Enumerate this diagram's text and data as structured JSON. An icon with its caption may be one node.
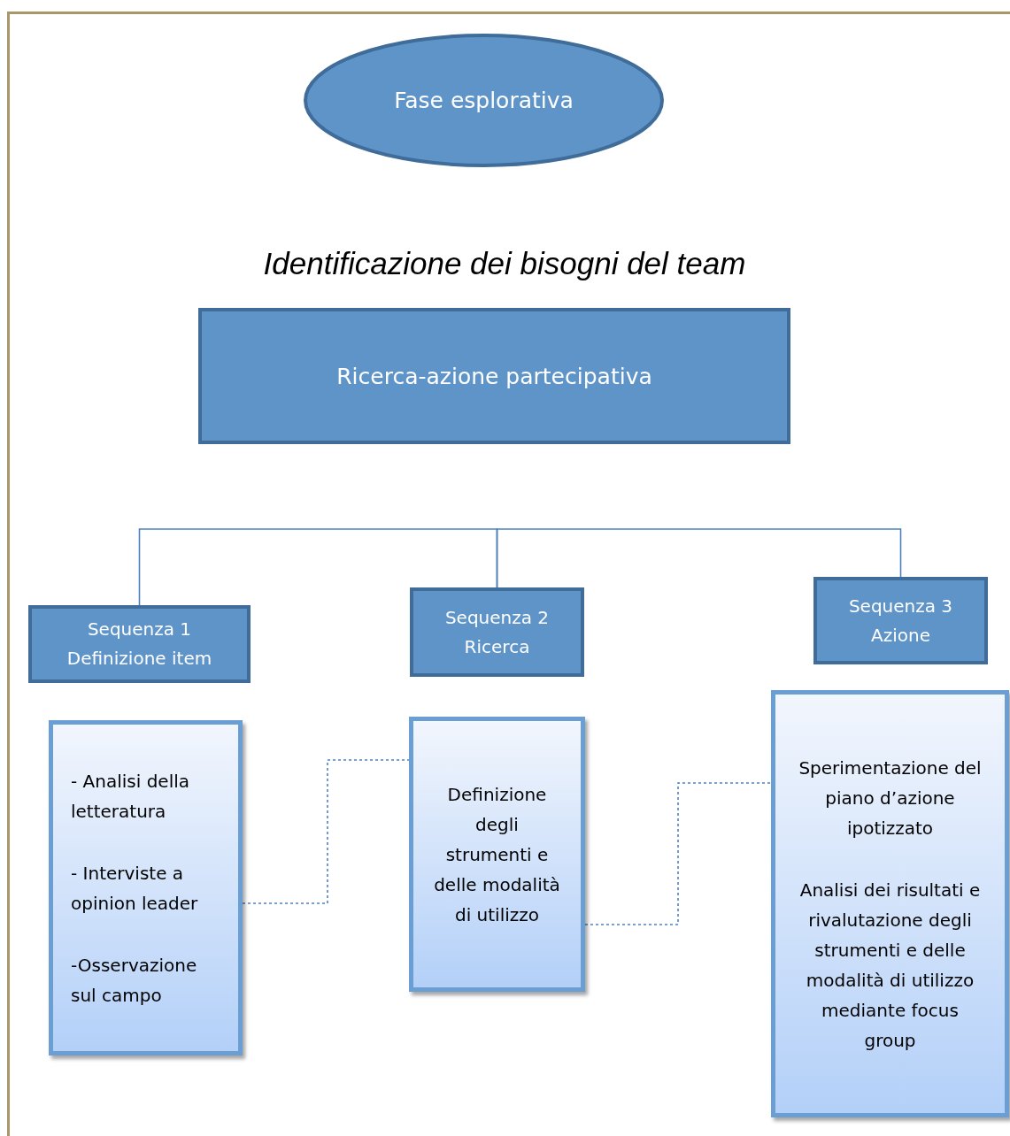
{
  "diagram": {
    "title": "Identificazione dei bisogni del team",
    "nodes": [
      {
        "text": [
          "Fase esplorativa"
        ]
      },
      {
        "text": [
          "Ricerca-azione partecipativa"
        ]
      },
      {
        "text": [
          "Sequenza 1",
          "Definizione item"
        ]
      },
      {
        "text": [
          "Sequenza 2",
          "Ricerca"
        ]
      },
      {
        "text": [
          "Sequenza 3",
          "Azione"
        ]
      },
      {
        "text": [
          "- Analisi della letteratura",
          "- Interviste a opinion leader",
          "-Osservazione sul campo"
        ]
      },
      {
        "text": [
          "Definizione degli strumenti e delle modalità di utilizzo"
        ]
      },
      {
        "text": [
          "Sperimentazione del piano d’azione ipotizzato",
          "Analisi dei risultati e  rivalutazione degli strumenti e delle modalità di utilizzo mediante focus group"
        ]
      }
    ],
    "edges": [
      {
        "from": 3,
        "to": 2,
        "arrow": "none"
      },
      {
        "from": 3,
        "to": 4,
        "arrow": "none"
      },
      {
        "from": 5,
        "to": 6,
        "arrow": "none",
        "style": "dashed"
      },
      {
        "from": 6,
        "to": 7,
        "arrow": "none",
        "style": "dashed"
      }
    ]
  }
}
